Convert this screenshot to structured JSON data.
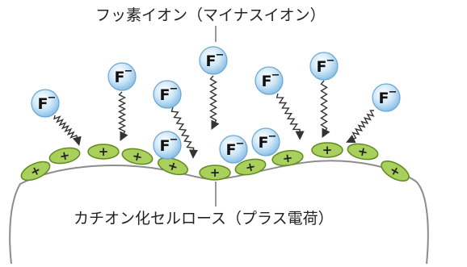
{
  "labels": {
    "fluoride_ion": "フッ素イオン（マイナスイオン）",
    "cationized_cellulose": "カチオン化セルロース（プラス電荷）"
  },
  "ion_text": "F",
  "ion_charge": "−",
  "cation_symbol": "+",
  "colors": {
    "ion_fill": "#bfe0f5",
    "ion_edge": "#6aa6d3",
    "cation_fill": "#a9cf5d",
    "cation_edge": "#5f8a1e",
    "surface_line": "#8c8c8c",
    "arrow": "#333333"
  }
}
